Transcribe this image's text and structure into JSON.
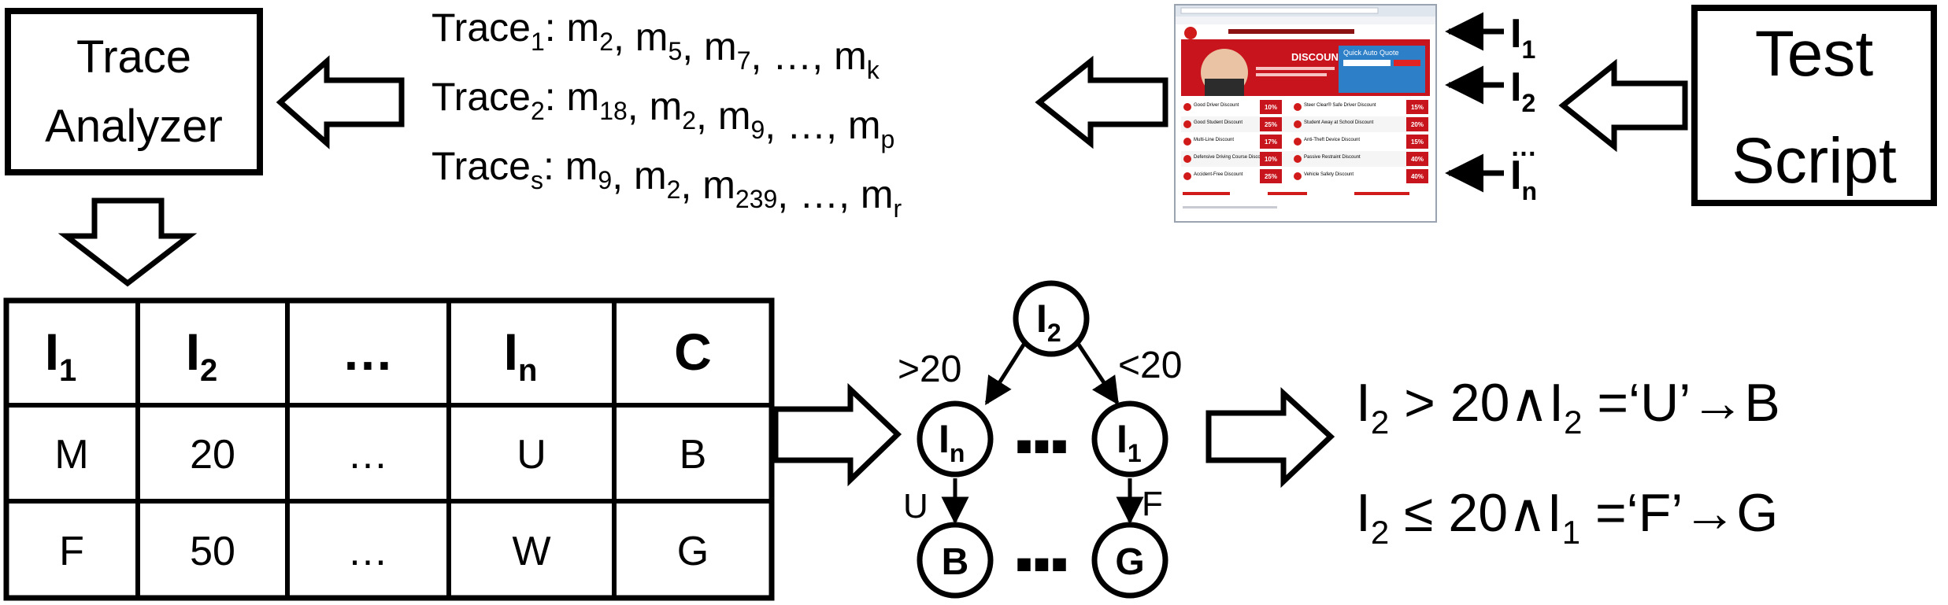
{
  "trace_analyzer": {
    "line1": "Trace",
    "line2": "Analyzer"
  },
  "test_script": {
    "line1": "Test",
    "line2": "Script"
  },
  "traces": [
    {
      "label": "Trace",
      "sub": "1",
      "items": [
        {
          "b": "m",
          "s": "2"
        },
        {
          "b": "m",
          "s": "5"
        },
        {
          "b": "m",
          "s": "7"
        },
        {
          "b": "…",
          "s": ""
        },
        {
          "b": "m",
          "s": "k"
        }
      ]
    },
    {
      "label": "Trace",
      "sub": "2",
      "items": [
        {
          "b": "m",
          "s": "18"
        },
        {
          "b": "m",
          "s": "2"
        },
        {
          "b": "m",
          "s": "9"
        },
        {
          "b": "…",
          "s": ""
        },
        {
          "b": "m",
          "s": "p"
        }
      ]
    },
    {
      "label": "Trace",
      "sub": "s",
      "items": [
        {
          "b": "m",
          "s": "9"
        },
        {
          "b": "m",
          "s": "2"
        },
        {
          "b": "m",
          "s": "239"
        },
        {
          "b": "…",
          "s": ""
        },
        {
          "b": "m",
          "s": "r"
        }
      ]
    }
  ],
  "inputs": [
    {
      "b": "I",
      "s": "1"
    },
    {
      "b": "I",
      "s": "2"
    },
    {
      "b": "I",
      "s": "n",
      "dots": "…"
    }
  ],
  "screenshot": {
    "brand": "DISCOUNT",
    "panel_title": "Quick Auto Quote",
    "rows": [
      {
        "left": "Good Driver Discount",
        "lp": "10%",
        "right": "Steer Clear® Safe Driver Discount",
        "rp": "15%"
      },
      {
        "left": "Good Student Discount",
        "lp": "25%",
        "right": "Student Away at School Discount",
        "rp": "20%"
      },
      {
        "left": "Multi-Line Discount",
        "lp": "17%",
        "right": "Anti-Theft Device Discount",
        "rp": "15%"
      },
      {
        "left": "Defensive Driving Course Discount",
        "lp": "10%",
        "right": "Passive Restraint Discount",
        "rp": "40%"
      },
      {
        "left": "Accident-Free Discount",
        "lp": "25%",
        "right": "Vehicle Safety Discount",
        "rp": "40%"
      }
    ]
  },
  "table": {
    "headers": [
      {
        "b": "I",
        "s": "1"
      },
      {
        "b": "I",
        "s": "2"
      },
      {
        "b": "…",
        "s": ""
      },
      {
        "b": "I",
        "s": "n"
      },
      {
        "b": "C",
        "s": ""
      }
    ],
    "rows": [
      [
        "M",
        "20",
        "…",
        "U",
        "B"
      ],
      [
        "F",
        "50",
        "…",
        "W",
        "G"
      ]
    ]
  },
  "tree": {
    "root": {
      "b": "I",
      "s": "2"
    },
    "left": {
      "b": "I",
      "s": "n"
    },
    "right": {
      "b": "I",
      "s": "1"
    },
    "leaf_left": "B",
    "leaf_right": "G",
    "edge_left": ">20",
    "edge_right": "<20",
    "edge_u": "U",
    "edge_f": "F",
    "dots": "■■■"
  },
  "rules": [
    {
      "p1": "I",
      "s1": "2",
      "op": " > 20∧",
      "p2": "I",
      "s2": "2",
      "tail": " =‘U’→B"
    },
    {
      "p1": "I",
      "s1": "2",
      "op": " ≤ 20∧",
      "p2": "I",
      "s2": "1",
      "tail": " =‘F’→G"
    }
  ]
}
